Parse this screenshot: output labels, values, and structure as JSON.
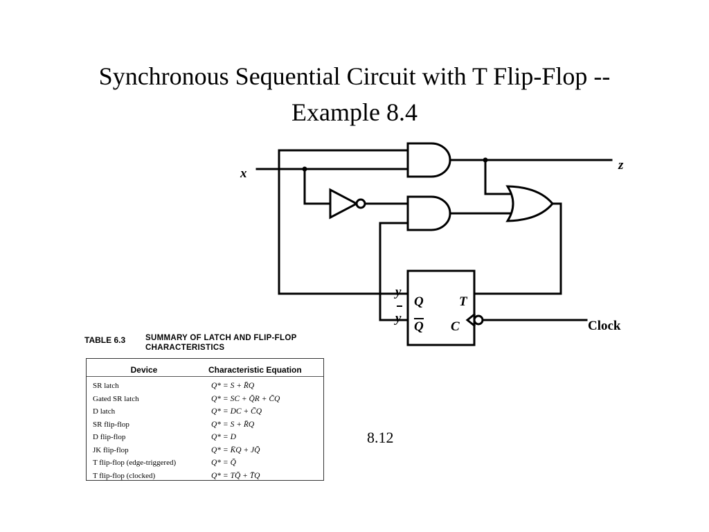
{
  "slide": {
    "title_line1": "Synchronous Sequential Circuit with T Flip-Flop --",
    "title_line2": "Example 8.4",
    "page_number": "8.12"
  },
  "circuit": {
    "input_label": "x",
    "output_label": "z",
    "clock_label": "Clock",
    "ff_q": "Q",
    "ff_qbar": "Q",
    "ff_t": "T",
    "ff_c": "C",
    "state_y": "y",
    "state_ybar": "y"
  },
  "table": {
    "number": "TABLE 6.3",
    "caption_line1": "SUMMARY OF LATCH AND FLIP-FLOP",
    "caption_line2": "CHARACTERISTICS",
    "col_device": "Device",
    "col_equation": "Characteristic Equation",
    "rows": [
      {
        "device": "SR latch",
        "equation": "Q* = S + R̄Q"
      },
      {
        "device": "Gated SR latch",
        "equation": "Q* = SC + Q̄R + C̄Q"
      },
      {
        "device": "D latch",
        "equation": "Q* = DC + C̄Q"
      },
      {
        "device": "SR flip-flop",
        "equation": "Q* = S + R̄Q"
      },
      {
        "device": "D flip-flop",
        "equation": "Q* = D"
      },
      {
        "device": "JK flip-flop",
        "equation": "Q* = K̄Q + JQ̄"
      },
      {
        "device": "T flip-flop (edge-triggered)",
        "equation": "Q* = Q̄"
      },
      {
        "device": "T flip-flop (clocked)",
        "equation": "Q* = TQ̄ + T̄Q"
      }
    ]
  }
}
